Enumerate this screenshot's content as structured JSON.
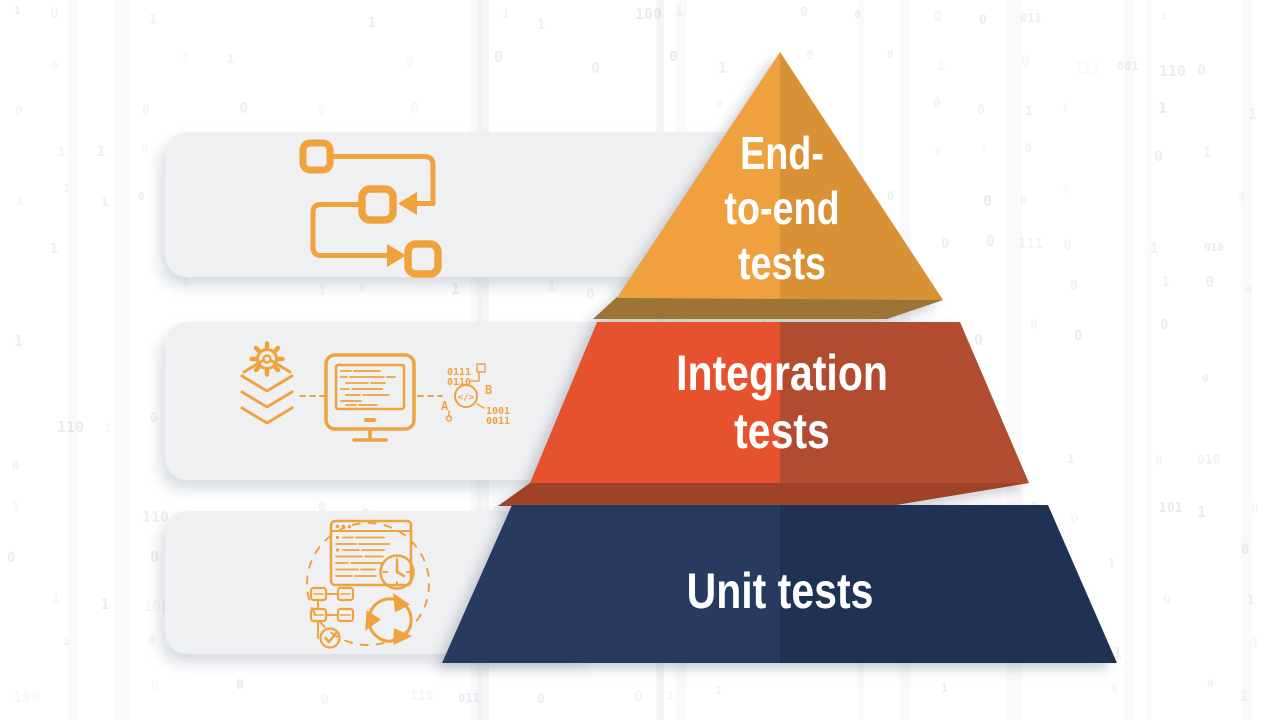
{
  "title": "Testing pyramid infographic",
  "pyramid": {
    "text_color": "#FFFFFF",
    "levels": [
      {
        "name": "end-to-end-tests",
        "lines": [
          "End-",
          "to-end",
          "tests"
        ],
        "color_left": "#EFA13F",
        "color_right": "#D89134",
        "underside_color": "#9C7434"
      },
      {
        "name": "integration-tests",
        "lines": [
          "Integration",
          "tests"
        ],
        "color_left": "#E5522D",
        "color_right": "#B14C31",
        "underside_color": "#9E4228"
      },
      {
        "name": "unit-tests",
        "lines": [
          "Unit tests"
        ],
        "color_left": "#273B61",
        "color_right": "#203254",
        "underside_color": null
      }
    ]
  },
  "cards": {
    "background": "#EFF0F2",
    "items": [
      {
        "icon": "workflow-icon"
      },
      {
        "icon": "build-integration-icon"
      },
      {
        "icon": "unit-testing-icon"
      }
    ]
  },
  "icons": {
    "color": "#F0A23D",
    "binary": {
      "rows_top": [
        "0111",
        "0110"
      ],
      "rows_bottom": [
        "1001",
        "0011"
      ],
      "letter_a": "A",
      "letter_b": "B",
      "code_symbol": "</>"
    }
  },
  "background": {
    "pattern_chars": "01",
    "pattern_color": "#8E9AAE",
    "pattern_base_opacity": 0.07
  }
}
